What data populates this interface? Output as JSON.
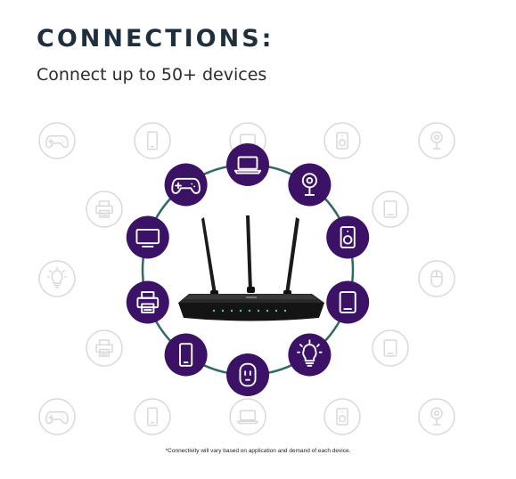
{
  "heading": {
    "title": "CONNECTIONS:",
    "subtitle": "Connect up to 50+ devices"
  },
  "footnote": "*Connectivity will vary based on application and demand of each device.",
  "colors": {
    "accent": "#3b1266",
    "ring": "#2e6b68",
    "faded": "#d9d9d9",
    "title": "#1f2f3d"
  },
  "devices": [
    {
      "icon": "laptop-icon"
    },
    {
      "icon": "camera-icon"
    },
    {
      "icon": "speaker-icon"
    },
    {
      "icon": "tablet-icon"
    },
    {
      "icon": "bulb-icon"
    },
    {
      "icon": "plug-icon"
    },
    {
      "icon": "phone-icon"
    },
    {
      "icon": "printer-icon"
    },
    {
      "icon": "tv-icon"
    },
    {
      "icon": "gamepad-icon"
    }
  ],
  "background_icons": [
    "gamepad-icon",
    "phone-icon",
    "laptop-icon",
    "speaker-icon",
    "camera-icon",
    "printer-icon",
    "tablet-icon",
    "bulb-icon",
    "mouse-icon",
    "printer-icon",
    "tablet-icon",
    "gamepad-icon",
    "phone-icon",
    "laptop-icon",
    "speaker-icon",
    "camera-icon"
  ]
}
